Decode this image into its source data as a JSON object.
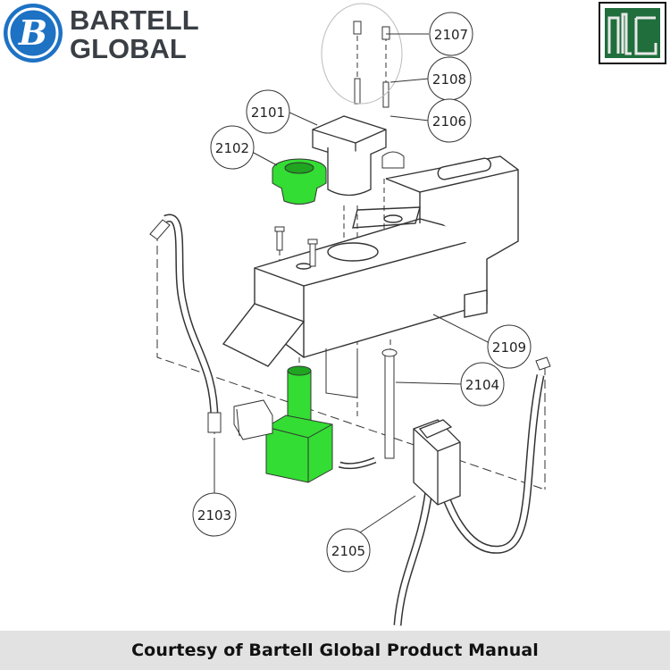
{
  "brand": {
    "line1": "BARTELL",
    "line2": "GLOBAL",
    "emblem_letter": "B",
    "emblem_color": "#1d72c4",
    "secondary_logo": "ALC",
    "secondary_logo_color": "#1f6e3c"
  },
  "callouts": [
    {
      "id": "2101",
      "label": "2101"
    },
    {
      "id": "2102",
      "label": "2102"
    },
    {
      "id": "2103",
      "label": "2103"
    },
    {
      "id": "2104",
      "label": "2104"
    },
    {
      "id": "2105",
      "label": "2105"
    },
    {
      "id": "2106",
      "label": "2106"
    },
    {
      "id": "2107",
      "label": "2107"
    },
    {
      "id": "2108",
      "label": "2108"
    },
    {
      "id": "2109",
      "label": "2109"
    }
  ],
  "highlight_color": "#33dd33",
  "caption": "Courtesy of Bartell Global Product Manual"
}
